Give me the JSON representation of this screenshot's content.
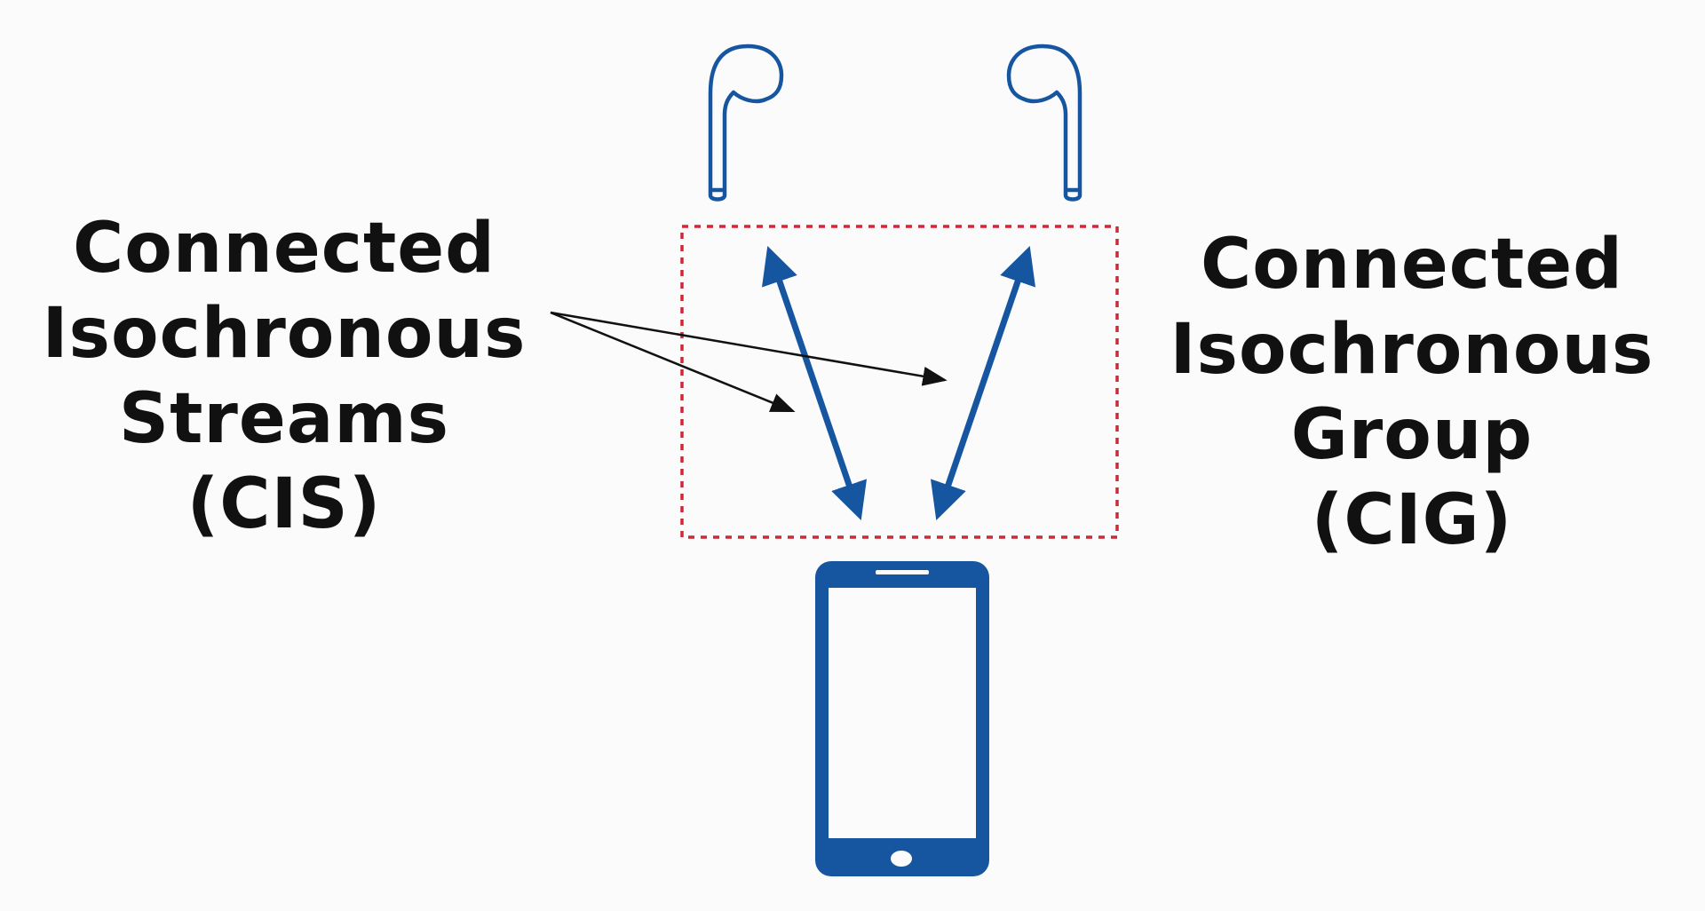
{
  "cis_label": {
    "line1": "Connected",
    "line2": "Isochronous",
    "line3": "Streams",
    "line4": "(CIS)"
  },
  "cig_label": {
    "line1": "Connected",
    "line2": "Isochronous",
    "line3": "Group",
    "line4": "(CIG)"
  },
  "colors": {
    "background": "#fbfbfb",
    "device_blue": "#1656a0",
    "group_border": "#cc2a36",
    "text": "#111111"
  },
  "icons": {
    "left_earbud": "earbud-icon",
    "right_earbud": "earbud-icon",
    "phone": "smartphone-icon"
  }
}
